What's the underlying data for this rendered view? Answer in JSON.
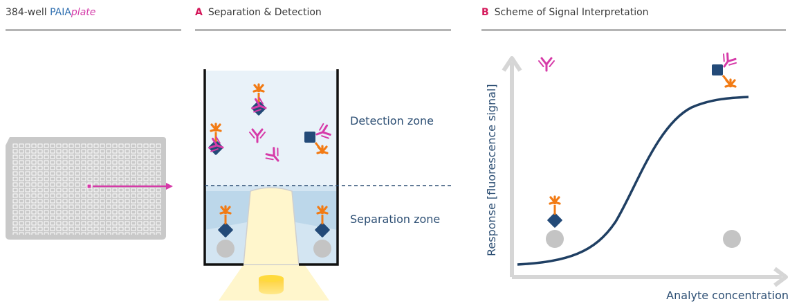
{
  "panels": {
    "plate": {
      "title_prefix": "384-well ",
      "title_brand": "PAIA",
      "title_brand_italic": "plate"
    },
    "a": {
      "letter": "A",
      "title": "Separation & Detection"
    },
    "b": {
      "letter": "B",
      "title": "Scheme of Signal Interpretation"
    }
  },
  "zones": {
    "detection": "Detection zone",
    "separation": "Separation zone"
  },
  "axes": {
    "y_label": "Response [fluorescence signal]",
    "x_label": "Analyte concentration"
  },
  "colors": {
    "navy": "#234a78",
    "magenta": "#d63aa8",
    "orange": "#f27b14",
    "grey_bead": "#c4c4c4",
    "plate": "#c9c9c9",
    "well_fill": "#e6f0f8",
    "light_beam": "#fff6cc",
    "rule": "#b4b4b4",
    "axis": "#d6d6d6"
  },
  "icons": [
    "antibody-icon",
    "antigen-diamond-icon",
    "antigen-square-icon",
    "fluorophore-icon",
    "bead-icon",
    "light-source-icon",
    "arrow-icon"
  ]
}
